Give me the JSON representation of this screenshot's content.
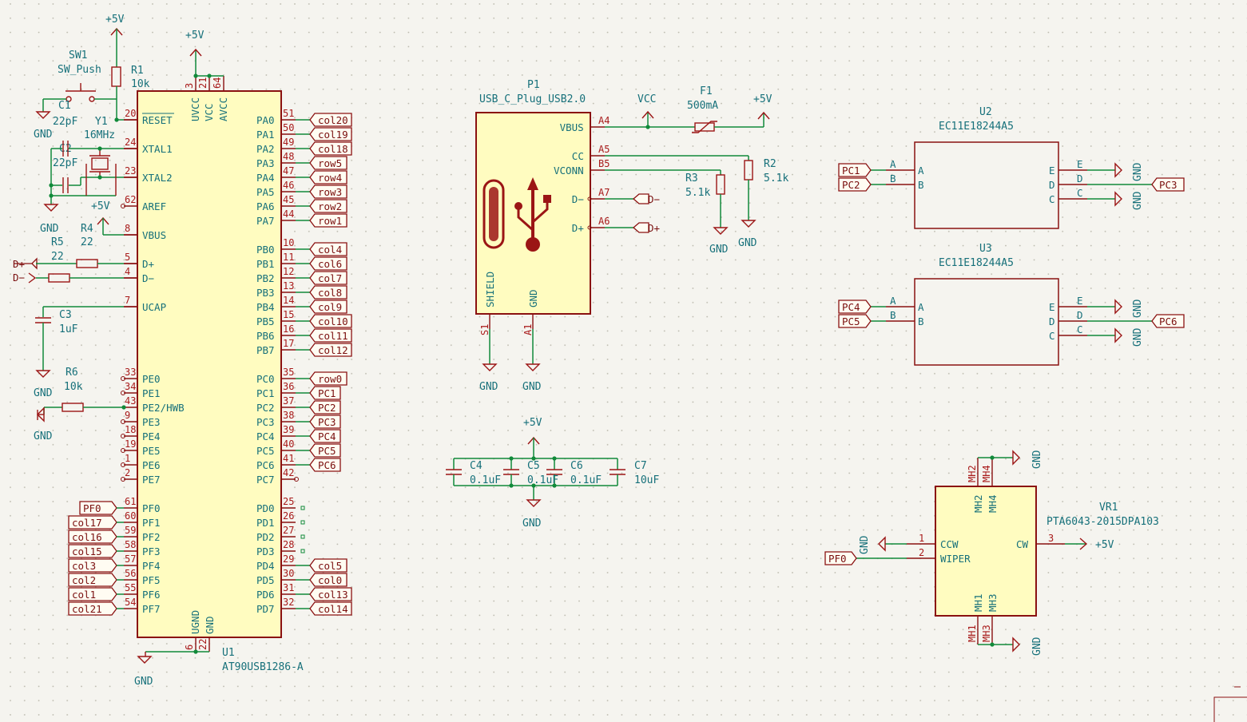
{
  "mcu": {
    "ref": "U1",
    "value": "AT90USB1286-A",
    "left_pins": [
      {
        "num": "20",
        "name": "RESET"
      },
      {
        "num": "24",
        "name": "XTAL1"
      },
      {
        "num": "23",
        "name": "XTAL2"
      },
      {
        "num": "62",
        "name": "AREF"
      },
      {
        "num": "8",
        "name": "VBUS"
      },
      {
        "num": "5",
        "name": "D+"
      },
      {
        "num": "4",
        "name": "D−"
      },
      {
        "num": "7",
        "name": "UCAP"
      },
      {
        "num": "33",
        "name": "PE0"
      },
      {
        "num": "34",
        "name": "PE1"
      },
      {
        "num": "43",
        "name": "PE2/HWB"
      },
      {
        "num": "9",
        "name": "PE3"
      },
      {
        "num": "18",
        "name": "PE4"
      },
      {
        "num": "19",
        "name": "PE5"
      },
      {
        "num": "1",
        "name": "PE6"
      },
      {
        "num": "2",
        "name": "PE7"
      },
      {
        "num": "61",
        "name": "PF0"
      },
      {
        "num": "60",
        "name": "PF1"
      },
      {
        "num": "59",
        "name": "PF2"
      },
      {
        "num": "58",
        "name": "PF3"
      },
      {
        "num": "57",
        "name": "PF4"
      },
      {
        "num": "56",
        "name": "PF5"
      },
      {
        "num": "55",
        "name": "PF6"
      },
      {
        "num": "54",
        "name": "PF7"
      }
    ],
    "right_pins": [
      {
        "num": "51",
        "name": "PA0",
        "label": "col20"
      },
      {
        "num": "50",
        "name": "PA1",
        "label": "col19"
      },
      {
        "num": "49",
        "name": "PA2",
        "label": "col18"
      },
      {
        "num": "48",
        "name": "PA3",
        "label": "row5"
      },
      {
        "num": "47",
        "name": "PA4",
        "label": "row4"
      },
      {
        "num": "46",
        "name": "PA5",
        "label": "row3"
      },
      {
        "num": "45",
        "name": "PA6",
        "label": "row2"
      },
      {
        "num": "44",
        "name": "PA7",
        "label": "row1"
      },
      {
        "num": "10",
        "name": "PB0",
        "label": "col4"
      },
      {
        "num": "11",
        "name": "PB1",
        "label": "col6"
      },
      {
        "num": "12",
        "name": "PB2",
        "label": "col7"
      },
      {
        "num": "13",
        "name": "PB3",
        "label": "col8"
      },
      {
        "num": "14",
        "name": "PB4",
        "label": "col9"
      },
      {
        "num": "15",
        "name": "PB5",
        "label": "col10"
      },
      {
        "num": "16",
        "name": "PB6",
        "label": "col11"
      },
      {
        "num": "17",
        "name": "PB7",
        "label": "col12"
      },
      {
        "num": "35",
        "name": "PC0",
        "label": "row0"
      },
      {
        "num": "36",
        "name": "PC1",
        "label": "PC1"
      },
      {
        "num": "37",
        "name": "PC2",
        "label": "PC2"
      },
      {
        "num": "38",
        "name": "PC3",
        "label": "PC3"
      },
      {
        "num": "39",
        "name": "PC4",
        "label": "PC4"
      },
      {
        "num": "40",
        "name": "PC5",
        "label": "PC5"
      },
      {
        "num": "41",
        "name": "PC6",
        "label": "PC6"
      },
      {
        "num": "42",
        "name": "PC7",
        "label": ""
      },
      {
        "num": "25",
        "name": "PD0",
        "label": ""
      },
      {
        "num": "26",
        "name": "PD1",
        "label": ""
      },
      {
        "num": "27",
        "name": "PD2",
        "label": ""
      },
      {
        "num": "28",
        "name": "PD3",
        "label": ""
      },
      {
        "num": "29",
        "name": "PD4",
        "label": "col5"
      },
      {
        "num": "30",
        "name": "PD5",
        "label": "col0"
      },
      {
        "num": "31",
        "name": "PD6",
        "label": "col13"
      },
      {
        "num": "32",
        "name": "PD7",
        "label": "col14"
      }
    ],
    "pf_labels": [
      "PF0",
      "col17",
      "col16",
      "col15",
      "col3",
      "col2",
      "col1",
      "col21"
    ],
    "top_pins": [
      {
        "num": "3",
        "name": "UVCC"
      },
      {
        "num": "21",
        "name": "VCC"
      },
      {
        "num": "64",
        "name": "AVCC"
      }
    ],
    "bottom_pins": [
      {
        "num": "6",
        "name": "UGND"
      },
      {
        "num": "22",
        "name": "GND"
      }
    ]
  },
  "parts": {
    "sw1_ref": "SW1",
    "sw1_value": "SW_Push",
    "r1_ref": "R1",
    "r1_value": "10k",
    "c1_ref": "C1",
    "c1_value": "22pF",
    "c2_ref": "C2",
    "c2_value": "22pF",
    "y1_ref": "Y1",
    "y1_value": "16MHz",
    "r4_ref": "R4",
    "r4_value": "22",
    "r5_ref": "R5",
    "r5_value": "22",
    "c3_ref": "C3",
    "c3_value": "1uF",
    "r6_ref": "R6",
    "r6_value": "10k",
    "p1_ref": "P1",
    "p1_value": "USB_C_Plug_USB2.0",
    "f1_ref": "F1",
    "f1_value": "500mA",
    "r2_ref": "R2",
    "r2_value": "5.1k",
    "r3_ref": "R3",
    "r3_value": "5.1k",
    "c4_ref": "C4",
    "c4_value": "0.1uF",
    "c5_ref": "C5",
    "c5_value": "0.1uF",
    "c6_ref": "C6",
    "c6_value": "0.1uF",
    "c7_ref": "C7",
    "c7_value": "10uF",
    "u2_ref": "U2",
    "u2_value": "EC11E18244A5",
    "u3_ref": "U3",
    "u3_value": "EC11E18244A5",
    "vr1_ref": "VR1",
    "vr1_value": "PTA6043-2015DPA103"
  },
  "usb": {
    "pins_right": [
      {
        "num": "A4",
        "name": "VBUS"
      },
      {
        "num": "A5",
        "name": "CC"
      },
      {
        "num": "B5",
        "name": "VCONN"
      },
      {
        "num": "A7",
        "name": "D−"
      },
      {
        "num": "A6",
        "name": "D+"
      }
    ],
    "pins_bottom": [
      {
        "num": "S1",
        "name": "SHIELD"
      },
      {
        "num": "A1",
        "name": "GND"
      }
    ]
  },
  "encoders": {
    "u2": {
      "in": [
        "PC1",
        "PC2"
      ],
      "out": "PC3"
    },
    "u3": {
      "in": [
        "PC4",
        "PC5"
      ],
      "out": "PC6"
    },
    "left_pin_names": [
      "A",
      "B"
    ],
    "right_pin_names": [
      "E",
      "D",
      "C"
    ]
  },
  "pot": {
    "pins_left": [
      {
        "num": "1",
        "name": "CCW"
      },
      {
        "num": "2",
        "name": "WIPER"
      }
    ],
    "pin_right": {
      "num": "3",
      "name": "CW"
    },
    "mh_top": [
      "MH2",
      "MH4"
    ],
    "mh_bottom": [
      "MH1",
      "MH3"
    ],
    "wiper_label": "PF0"
  },
  "power": {
    "p5v": "+5V",
    "gnd": "GND",
    "vcc": "VCC"
  },
  "nets": {
    "dplus": "D+",
    "dminus": "D−"
  }
}
